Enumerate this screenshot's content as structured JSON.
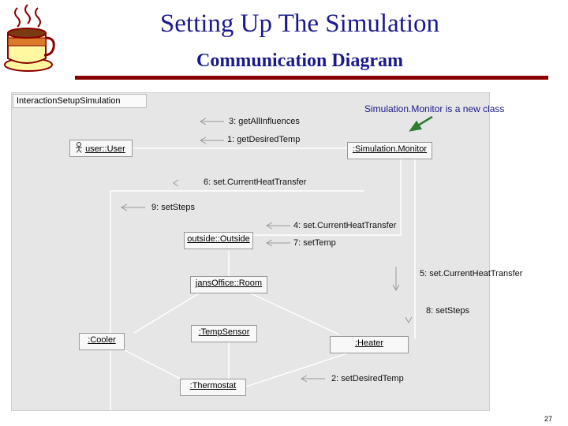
{
  "slide": {
    "title": "Setting Up The Simulation",
    "subtitle": "Communication Diagram",
    "page_number": "27",
    "note": "Simulation.Monitor is a new class"
  },
  "diagram": {
    "frame_label": "InteractionSetupSimulation",
    "objects": {
      "user": "user::User",
      "monitor": ":Simulation.Monitor",
      "outside": "outside::Outside",
      "room": "jansOffice::Room",
      "cooler": ":Cooler",
      "sensor": ":TempSensor",
      "heater": ":Heater",
      "thermostat": ":Thermostat"
    },
    "messages": {
      "m3": "3: getAllInfluences",
      "m1": "1: getDesiredTemp",
      "m6": "6: set.CurrentHeatTransfer",
      "m9": "9: setSteps",
      "m4": "4: set.CurrentHeatTransfer",
      "m7": "7: setTemp",
      "m5": "5: set.CurrentHeatTransfer",
      "m8": "8: setSteps",
      "m2": "2: setDesiredTemp"
    }
  },
  "colors": {
    "title": "#1a1a8c",
    "rule": "#8b0000",
    "note_arrow": "#2e7d32",
    "diagram_bg": "#e6e6e6"
  }
}
